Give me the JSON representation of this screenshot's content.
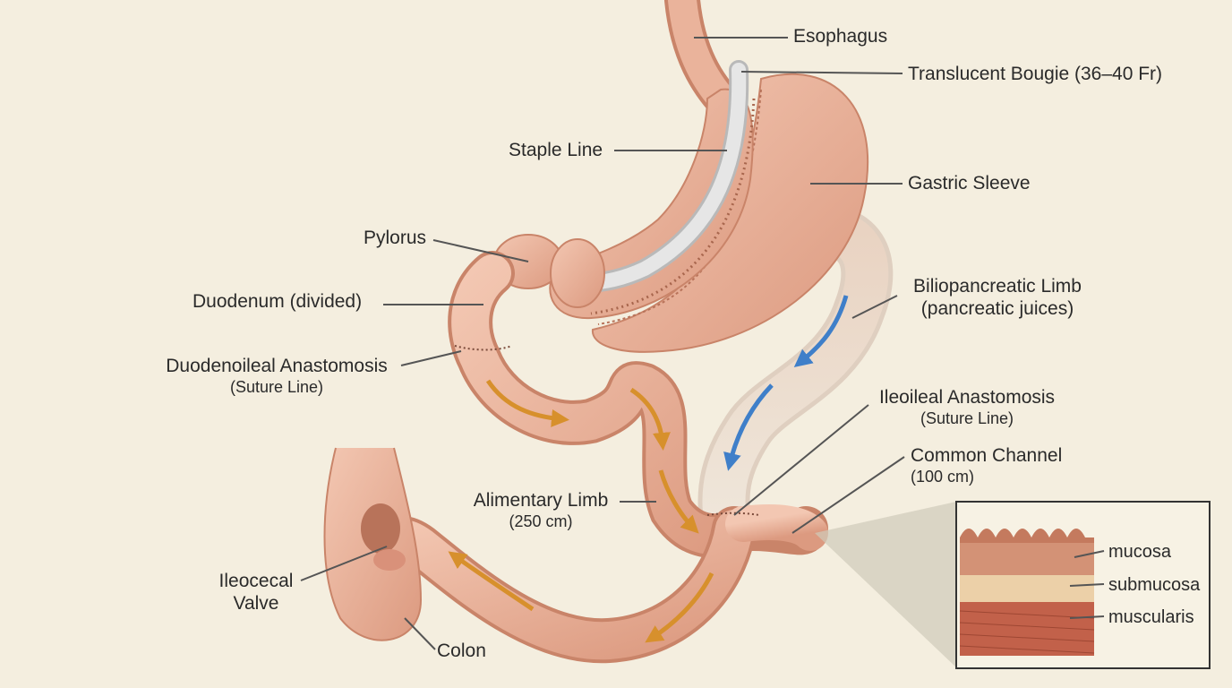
{
  "labels": {
    "esophagus": "Esophagus",
    "bougie": "Translucent Bougie (36–40 Fr)",
    "staple_line": "Staple Line",
    "gastric_sleeve": "Gastric Sleeve",
    "pylorus": "Pylorus",
    "duodenum": "Duodenum (divided)",
    "biliopancreatic_line1": "Biliopancreatic Limb",
    "biliopancreatic_line2": "(pancreatic juices)",
    "duodenoileal_line1": "Duodenoileal Anastomosis",
    "duodenoileal_line2": "(Suture Line)",
    "ileoileal_line1": "Ileoileal Anastomosis",
    "ileoileal_line2": "(Suture Line)",
    "common_channel_line1": "Common Channel",
    "common_channel_line2": "(100 cm)",
    "alimentary_line1": "Alimentary Limb",
    "alimentary_line2": "(250 cm)",
    "ileocecal_line1": "Ileocecal",
    "ileocecal_line2": "Valve",
    "colon": "Colon"
  },
  "inset": {
    "layers": [
      "mucosa",
      "submucosa",
      "muscularis"
    ]
  },
  "colors": {
    "background": "#f4eedf",
    "tissue": "#eab39b",
    "tissue_dark": "#c98469",
    "food_arrow": "#d7902c",
    "juice_arrow": "#3f7fc9",
    "leader": "#555555"
  }
}
